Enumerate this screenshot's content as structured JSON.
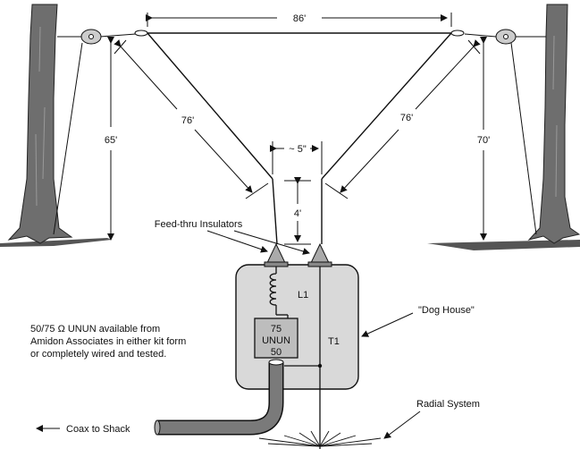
{
  "labels": {
    "top_span": "86'",
    "left_leg": "76'",
    "right_leg": "76'",
    "left_height": "65'",
    "right_height": "70'",
    "feed_spacing": "~ 5\"",
    "feed_length": "4'",
    "insulators": "Feed-thru Insulators",
    "l1": "L1",
    "unun_top": "75",
    "unun_mid": "UNUN",
    "unun_bottom": "50",
    "t1": "T1",
    "dog_house": "\"Dog House\"",
    "radial": "Radial System",
    "coax": "Coax to Shack"
  },
  "note": {
    "line1": "50/75 Ω UNUN available from",
    "line2": "Amidon Associates in either kit form",
    "line3": "or completely wired and tested."
  },
  "colors": {
    "line": "#111111",
    "tree": "#6e6e6e",
    "box": "#d9d9d9",
    "coax": "#7a7a7a"
  }
}
